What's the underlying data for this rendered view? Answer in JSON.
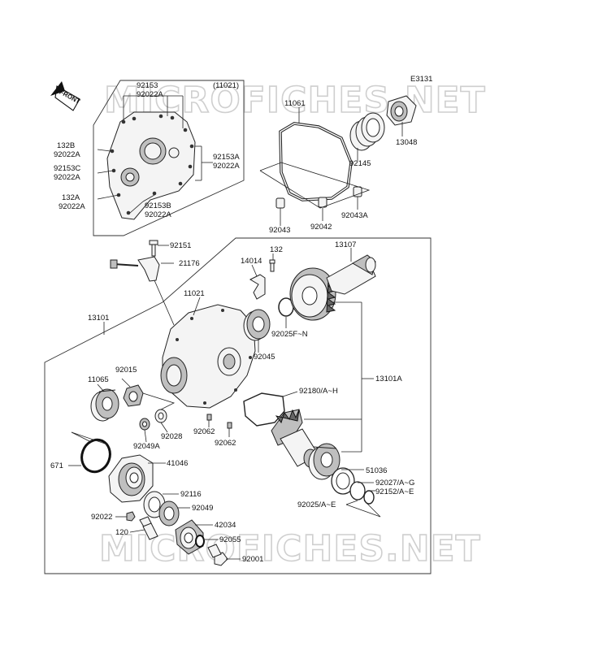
{
  "watermark": "MICROFICHES.NET",
  "diagram_code": "E3131",
  "front_label": "FRONT",
  "labels": {
    "l92153": "92153",
    "l92022a_top": "92022A",
    "l11021_paren": "(11021)",
    "l132b": "132B",
    "l92022a_132b": "92022A",
    "l92153c": "92153C",
    "l92022a_92153c": "92022A",
    "l132a": "132A",
    "l92022a_132a": "92022A",
    "l92153b": "92153B",
    "l92022a_92153b": "92022A",
    "l92153a": "92153A",
    "l92022a_92153a": "92022A",
    "l11061": "11061",
    "l13048": "13048",
    "l92145": "92145",
    "l92043": "92043",
    "l92042": "92042",
    "l92043a": "92043A",
    "l92151": "92151",
    "l21176": "21176",
    "l132": "132",
    "l14014": "14014",
    "l13107": "13107",
    "l11021": "11021",
    "l13101": "13101",
    "l92025fn": "92025F~N",
    "l92045": "92045",
    "l13101a": "13101A",
    "l92015": "92015",
    "l11065": "11065",
    "l92180": "92180/A~H",
    "l92028": "92028",
    "l92049a": "92049A",
    "l92062a": "92062",
    "l92062b": "92062",
    "l671": "671",
    "l41046": "41046",
    "l51036": "51036",
    "l92027": "92027/A~G",
    "l92152": "92152/A~E",
    "l92025ae": "92025/A~E",
    "l92116": "92116",
    "l92049": "92049",
    "l92022": "92022",
    "l42034": "42034",
    "l120": "120",
    "l92055": "92055",
    "l92001": "92001"
  }
}
